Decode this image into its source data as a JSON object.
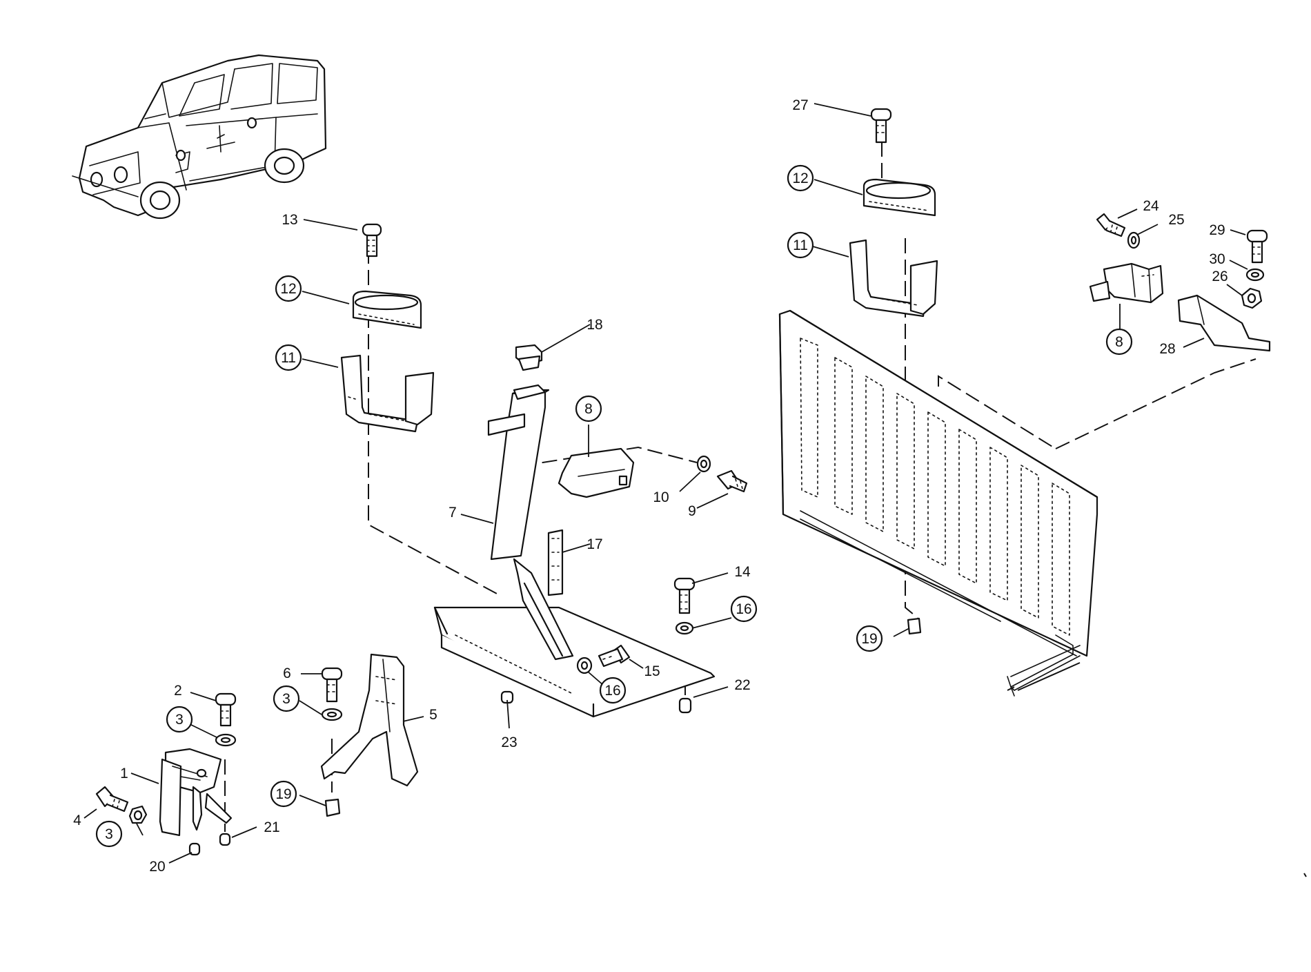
{
  "callouts": [
    {
      "id": "c13",
      "number": "13",
      "circled": false
    },
    {
      "id": "c12a",
      "number": "12",
      "circled": true
    },
    {
      "id": "c11a",
      "number": "11",
      "circled": true
    },
    {
      "id": "c18",
      "number": "18",
      "circled": false
    },
    {
      "id": "c8a",
      "number": "8",
      "circled": true
    },
    {
      "id": "c10",
      "number": "10",
      "circled": false
    },
    {
      "id": "c9",
      "number": "9",
      "circled": false
    },
    {
      "id": "c7",
      "number": "7",
      "circled": false
    },
    {
      "id": "c17",
      "number": "17",
      "circled": false
    },
    {
      "id": "c14",
      "number": "14",
      "circled": false
    },
    {
      "id": "c16a",
      "number": "16",
      "circled": true
    },
    {
      "id": "c15",
      "number": "15",
      "circled": false
    },
    {
      "id": "c16b",
      "number": "16",
      "circled": true
    },
    {
      "id": "c22",
      "number": "22",
      "circled": false
    },
    {
      "id": "c23",
      "number": "23",
      "circled": false
    },
    {
      "id": "c2",
      "number": "2",
      "circled": false
    },
    {
      "id": "c3a",
      "number": "3",
      "circled": true
    },
    {
      "id": "c1",
      "number": "1",
      "circled": false
    },
    {
      "id": "c4",
      "number": "4",
      "circled": false
    },
    {
      "id": "c3b",
      "number": "3",
      "circled": true
    },
    {
      "id": "c20",
      "number": "20",
      "circled": false
    },
    {
      "id": "c21",
      "number": "21",
      "circled": false
    },
    {
      "id": "c6",
      "number": "6",
      "circled": false
    },
    {
      "id": "c3c",
      "number": "3",
      "circled": true
    },
    {
      "id": "c5",
      "number": "5",
      "circled": false
    },
    {
      "id": "c19a",
      "number": "19",
      "circled": true
    },
    {
      "id": "c27",
      "number": "27",
      "circled": false
    },
    {
      "id": "c12b",
      "number": "12",
      "circled": true
    },
    {
      "id": "c11b",
      "number": "11",
      "circled": true
    },
    {
      "id": "c24",
      "number": "24",
      "circled": false
    },
    {
      "id": "c25",
      "number": "25",
      "circled": false
    },
    {
      "id": "c29",
      "number": "29",
      "circled": false
    },
    {
      "id": "c30",
      "number": "30",
      "circled": false
    },
    {
      "id": "c26",
      "number": "26",
      "circled": false
    },
    {
      "id": "c8b",
      "number": "8",
      "circled": true
    },
    {
      "id": "c28",
      "number": "28",
      "circled": false
    },
    {
      "id": "c19b",
      "number": "19",
      "circled": true
    }
  ]
}
